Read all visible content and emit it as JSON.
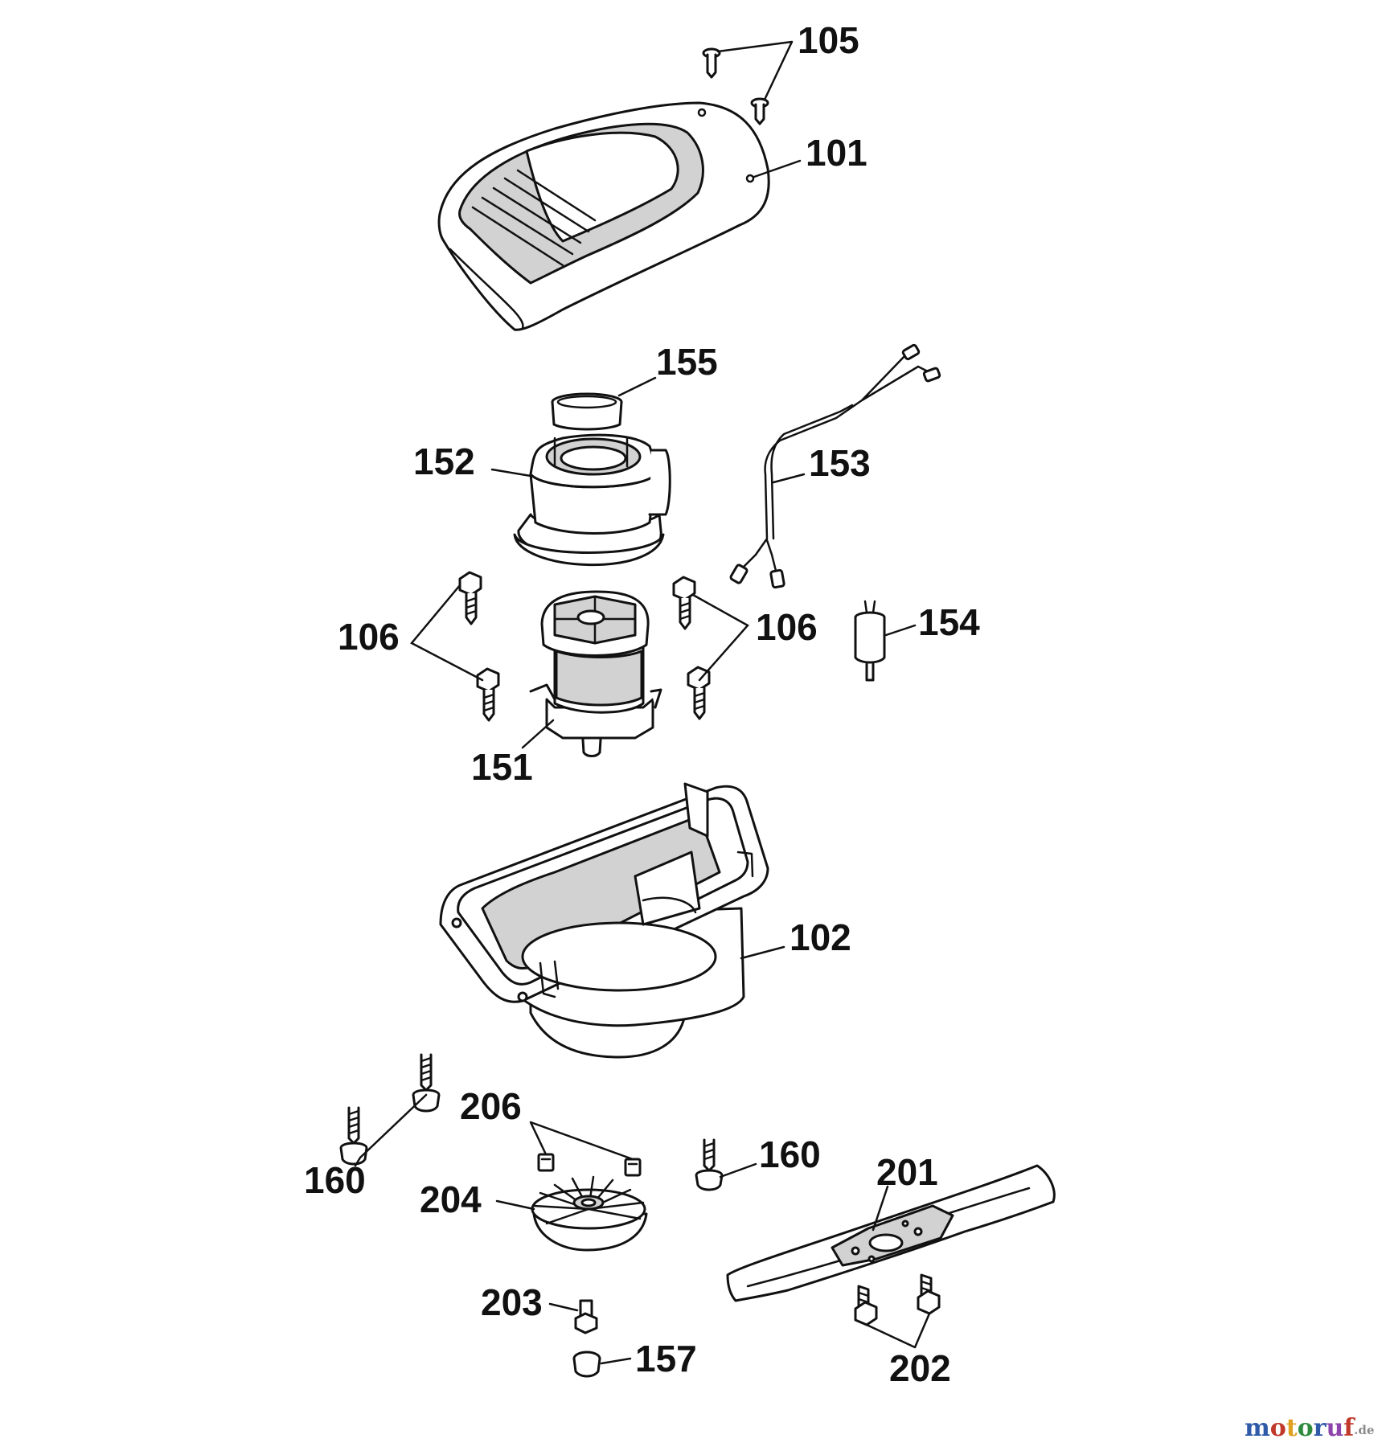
{
  "callouts": {
    "c105": "105",
    "c101": "101",
    "c155": "155",
    "c152": "152",
    "c153": "153",
    "c106_left": "106",
    "c106_right": "106",
    "c154": "154",
    "c151": "151",
    "c102": "102",
    "c160_left": "160",
    "c160_right": "160",
    "c206": "206",
    "c204": "204",
    "c201": "201",
    "c203": "203",
    "c157": "157",
    "c202": "202"
  },
  "watermark": {
    "text": "motoruf",
    "suffix": ".de",
    "colors": [
      "#2e5aa8",
      "#c0392b",
      "#e0a020",
      "#2e8b3e",
      "#2e5aa8",
      "#8e44ad",
      "#c0392b"
    ]
  }
}
